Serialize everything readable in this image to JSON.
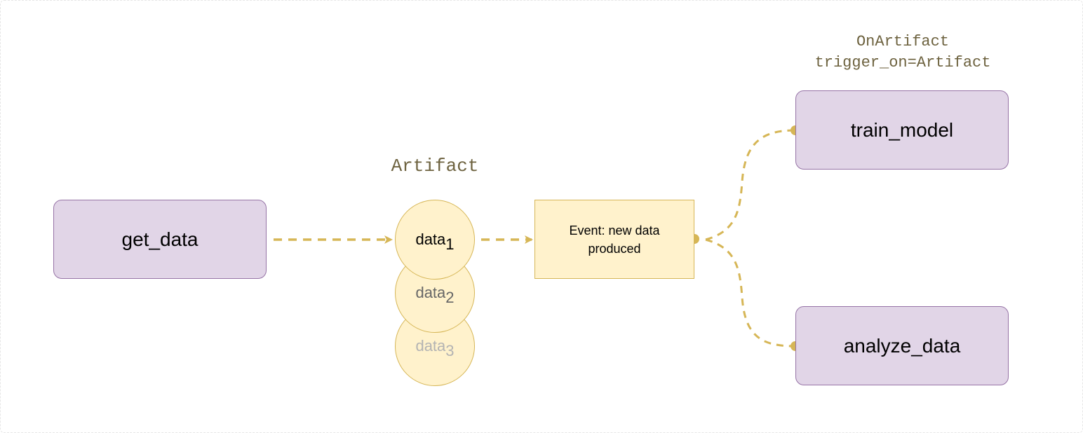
{
  "nodes": {
    "get_data": "get_data",
    "train_model": "train_model",
    "analyze_data": "analyze_data"
  },
  "artifact": {
    "label": "Artifact",
    "items": [
      {
        "base": "data",
        "sub": "1",
        "color": "#000000"
      },
      {
        "base": "data",
        "sub": "2",
        "color": "#666666"
      },
      {
        "base": "data",
        "sub": "3",
        "color": "#b3b3b3"
      }
    ]
  },
  "event": {
    "label": "Event: new data produced"
  },
  "trigger": {
    "line1": "OnArtifact",
    "line2": "trigger_on=Artifact"
  },
  "colors": {
    "node_fill": "#e1d5e7",
    "node_stroke": "#9673a6",
    "artifact_fill": "#fff2cc",
    "artifact_stroke": "#d6b656",
    "edge": "#d6b656",
    "mono_text": "#6e6340"
  }
}
